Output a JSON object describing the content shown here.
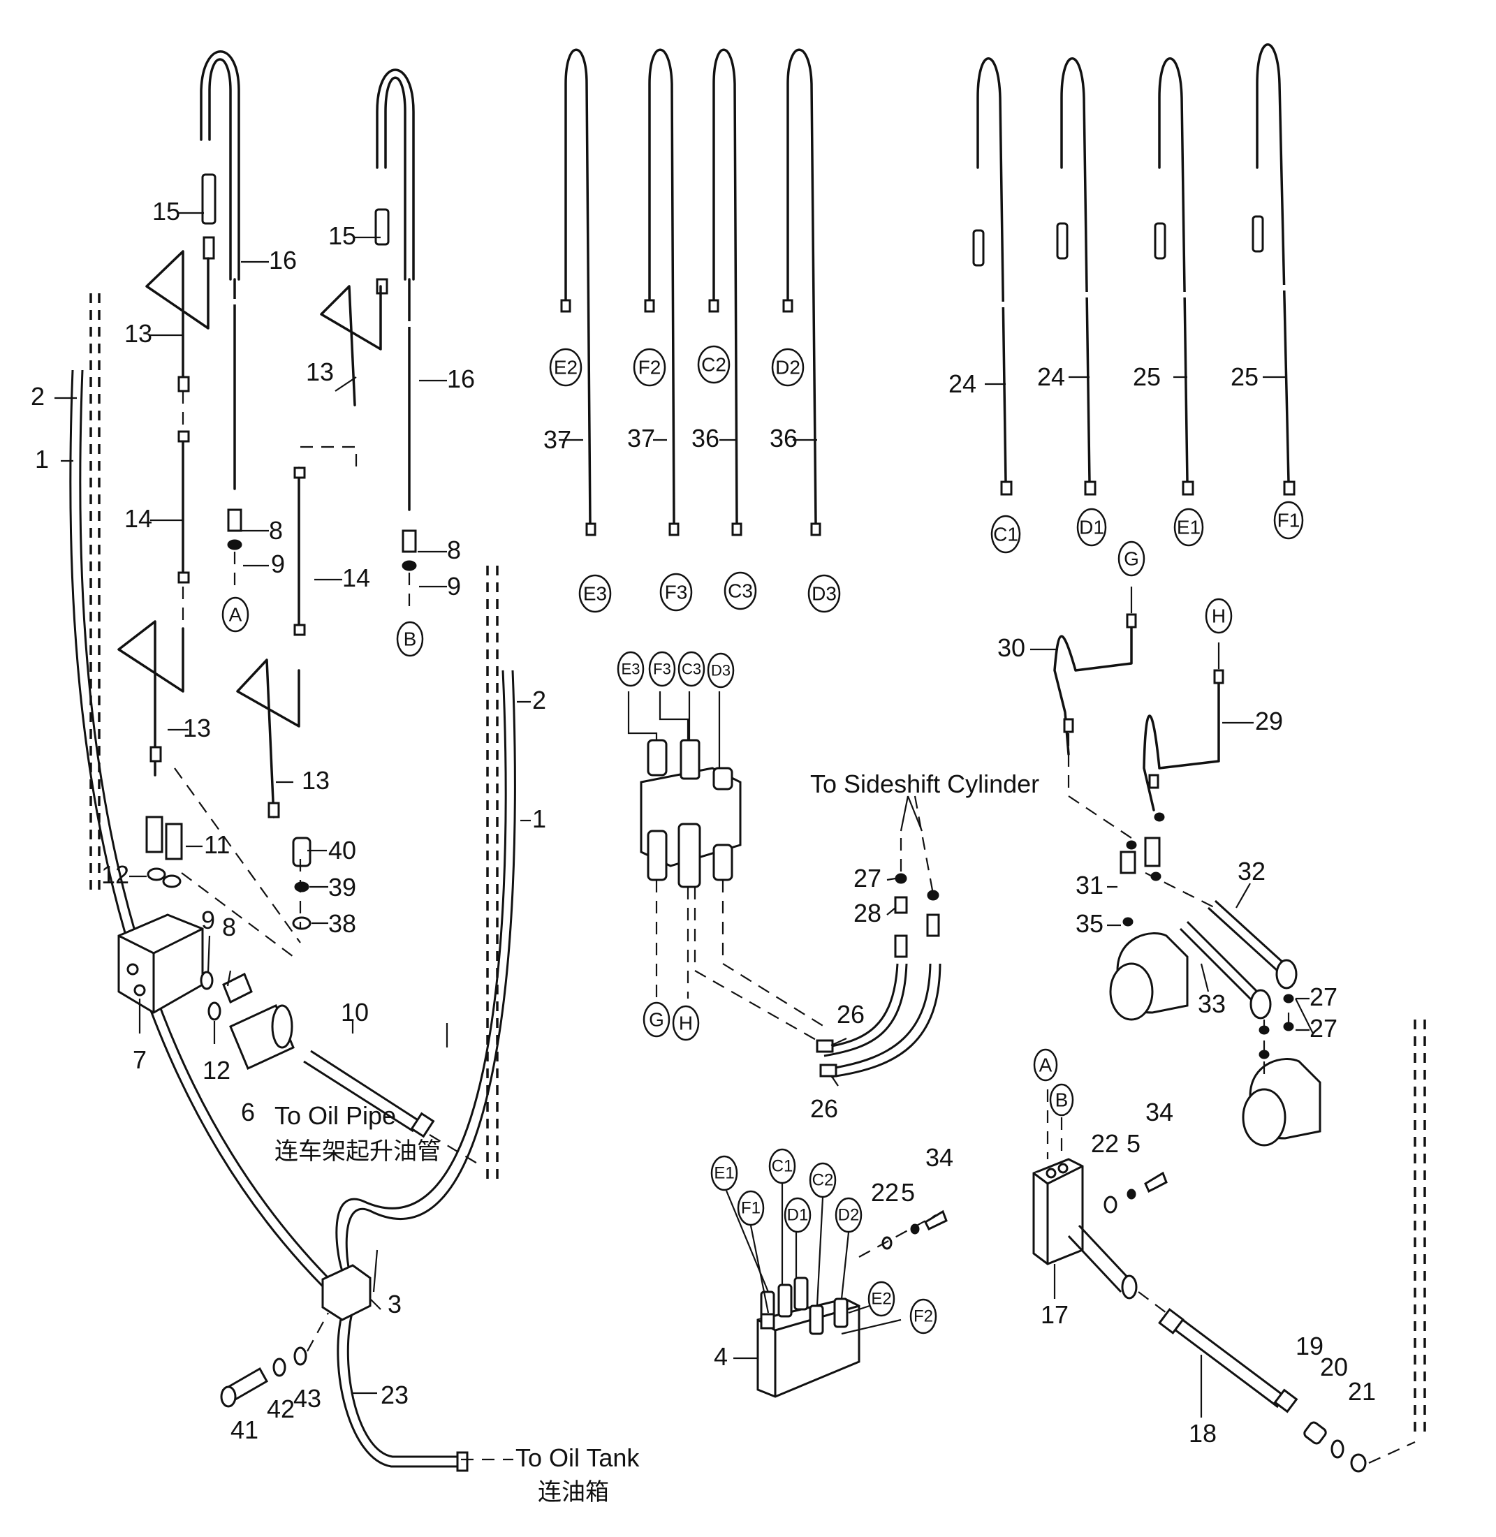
{
  "title": "",
  "callouts": {
    "p1a": "1",
    "p1b": "1",
    "p2a": "2",
    "p2b": "2",
    "p3": "3",
    "p4": "4",
    "p5a": "5",
    "p5b": "5",
    "p6": "6",
    "p7": "7",
    "p8a": "8",
    "p8b": "8",
    "p8c": "8",
    "p9a": "9",
    "p9b": "9",
    "p9c": "9",
    "p10": "10",
    "p11": "11",
    "p12a": "12",
    "p12b": "12",
    "p13a": "13",
    "p13b": "13",
    "p13c": "13",
    "p13d": "13",
    "p14a": "14",
    "p14b": "14",
    "p15a": "15",
    "p15b": "15",
    "p16a": "16",
    "p16b": "16",
    "p17": "17",
    "p18": "18",
    "p19": "19",
    "p20": "20",
    "p21": "21",
    "p22a": "22",
    "p22b": "22",
    "p23": "23",
    "p24a": "24",
    "p24b": "24",
    "p25a": "25",
    "p25b": "25",
    "p26a": "26",
    "p26b": "26",
    "p27a": "27",
    "p27b": "27",
    "p27c": "27",
    "p28": "28",
    "p29": "29",
    "p30": "30",
    "p31": "31",
    "p32": "32",
    "p33": "33",
    "p34a": "34",
    "p34b": "34",
    "p35": "35",
    "p36a": "36",
    "p36b": "36",
    "p37a": "37",
    "p37b": "37",
    "p38": "38",
    "p39": "39",
    "p40": "40",
    "p41": "41",
    "p42": "42",
    "p43": "43"
  },
  "connection_labels": {
    "A1": "A",
    "B1": "B",
    "A2": "A",
    "B2": "B",
    "E2": "E2",
    "F2": "F2",
    "C2": "C2",
    "D2": "D2",
    "E3": "E3",
    "F3": "F3",
    "C3": "C3",
    "D3": "D3",
    "C1": "C1",
    "D1": "D1",
    "E1": "E1",
    "F1": "F1",
    "G1": "G",
    "H1": "H",
    "G2": "G",
    "H2": "H",
    "vE3": "E3",
    "vF3": "F3",
    "vC3": "C3",
    "vD3": "D3",
    "bE1": "E1",
    "bF1": "F1",
    "bC1": "C1",
    "bD1": "D1",
    "bC2": "C2",
    "bD2": "D2",
    "bE2": "E2",
    "bF2": "F2"
  },
  "notes": {
    "oil_pipe_en": "To Oil Pipe",
    "oil_pipe_zh": "连车架起升油管",
    "oil_tank_en": "To Oil Tank",
    "oil_tank_zh": "连油箱",
    "sideshift": "To Sideshift Cylinder"
  }
}
